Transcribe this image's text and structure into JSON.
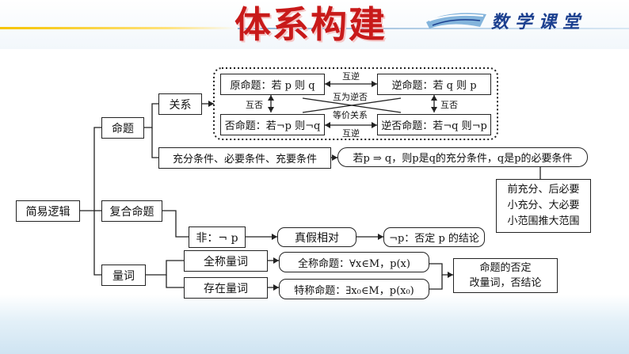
{
  "header": {
    "title": "体系构建",
    "brand": "数学课堂"
  },
  "diagram": {
    "root": "简易逻辑",
    "proposition": {
      "label": "命题",
      "relation_label": "关系",
      "original": "原命题：若 p 则 q",
      "converse": "逆命题：若 q 则 p",
      "inverse": "否命题：若¬p 则¬q",
      "contrapositive": "逆否命题：若¬q 则¬p",
      "edge_top": "互逆",
      "edge_bottom": "互逆",
      "edge_left": "互否",
      "edge_right": "互否",
      "edge_cross_1": "互为逆否",
      "edge_cross_2": "等价关系",
      "conditions_label": "充分条件、必要条件、充要条件",
      "conditions_detail": "若p ⇒ q，则p是q的充分条件，q是p的必要条件",
      "conditions_tips": [
        "前充分、后必要",
        "小充分、大必要",
        "小范围推大范围"
      ]
    },
    "compound": {
      "label": "复合命题",
      "not_label": "非：¬ p",
      "truth": "真假相对",
      "result": "¬p：否定 p 的结论"
    },
    "quantifier": {
      "label": "量词",
      "universal": "全称量词",
      "existential": "存在量词",
      "universal_prop": "全称命题：∀x∈M，p(x)",
      "existential_prop": "特称命题：∃x₀∈M，p(x₀)",
      "negation_line1": "命题的否定",
      "negation_line2": "改量词，否结论"
    }
  }
}
